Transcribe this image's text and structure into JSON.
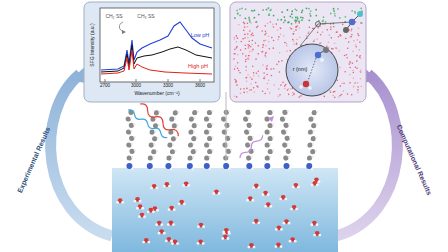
{
  "diagram": {
    "labels": [
      "SFG Intensity (a.u.)",
      "CH₂ SS",
      "CH₃ SS",
      "Low pH",
      "High pH",
      "2700",
      "3000",
      "3300",
      "3600",
      "Wavenumber (cm⁻¹)",
      "r (nm)",
      "Experimental Results",
      "Computational Results"
    ]
  }
}
